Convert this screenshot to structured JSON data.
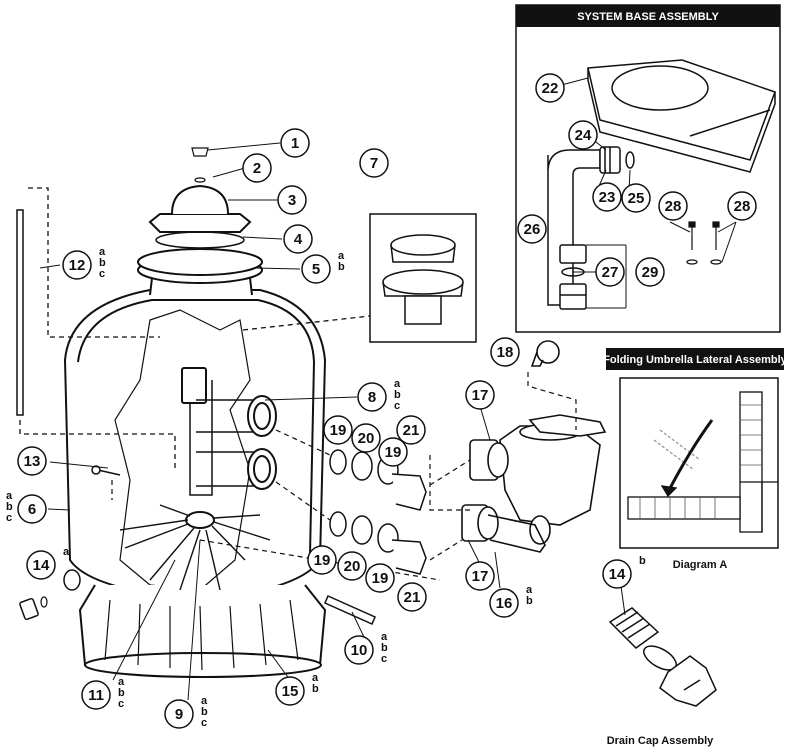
{
  "panels": {
    "system_base_title": "SYSTEM BASE ASSEMBLY",
    "lateral_title": "Folding Umbrella Lateral Assembly",
    "diagram_a_caption": "Diagram A",
    "drain_cap_caption": "Drain Cap Assembly"
  },
  "callouts": [
    {
      "id": "c1",
      "num": "1",
      "suffix": []
    },
    {
      "id": "c2",
      "num": "2",
      "suffix": []
    },
    {
      "id": "c3",
      "num": "3",
      "suffix": []
    },
    {
      "id": "c4",
      "num": "4",
      "suffix": []
    },
    {
      "id": "c5",
      "num": "5",
      "suffix": [
        "a",
        "b"
      ]
    },
    {
      "id": "c6",
      "num": "6",
      "suffix": [
        "a",
        "b",
        "c"
      ]
    },
    {
      "id": "c7",
      "num": "7",
      "suffix": []
    },
    {
      "id": "c8",
      "num": "8",
      "suffix": [
        "a",
        "b",
        "c"
      ]
    },
    {
      "id": "c9",
      "num": "9",
      "suffix": [
        "a",
        "b",
        "c"
      ]
    },
    {
      "id": "c10",
      "num": "10",
      "suffix": [
        "a",
        "b",
        "c"
      ]
    },
    {
      "id": "c11",
      "num": "11",
      "suffix": [
        "a",
        "b",
        "c"
      ]
    },
    {
      "id": "c12",
      "num": "12",
      "suffix": [
        "a",
        "b",
        "c"
      ]
    },
    {
      "id": "c13",
      "num": "13",
      "suffix": []
    },
    {
      "id": "c14a",
      "num": "14",
      "suffix": [
        "a"
      ]
    },
    {
      "id": "c14b",
      "num": "14",
      "suffix": [
        "b"
      ]
    },
    {
      "id": "c15",
      "num": "15",
      "suffix": [
        "a",
        "b"
      ]
    },
    {
      "id": "c16",
      "num": "16",
      "suffix": [
        "a",
        "b"
      ]
    },
    {
      "id": "c17a",
      "num": "17",
      "suffix": []
    },
    {
      "id": "c17b",
      "num": "17",
      "suffix": []
    },
    {
      "id": "c18",
      "num": "18",
      "suffix": []
    },
    {
      "id": "c19a",
      "num": "19",
      "suffix": []
    },
    {
      "id": "c19b",
      "num": "19",
      "suffix": []
    },
    {
      "id": "c19c",
      "num": "19",
      "suffix": []
    },
    {
      "id": "c19d",
      "num": "19",
      "suffix": []
    },
    {
      "id": "c20a",
      "num": "20",
      "suffix": []
    },
    {
      "id": "c20b",
      "num": "20",
      "suffix": []
    },
    {
      "id": "c21a",
      "num": "21",
      "suffix": []
    },
    {
      "id": "c21b",
      "num": "21",
      "suffix": []
    },
    {
      "id": "c22",
      "num": "22",
      "suffix": []
    },
    {
      "id": "c23",
      "num": "23",
      "suffix": []
    },
    {
      "id": "c24",
      "num": "24",
      "suffix": []
    },
    {
      "id": "c25",
      "num": "25",
      "suffix": []
    },
    {
      "id": "c26",
      "num": "26",
      "suffix": []
    },
    {
      "id": "c27",
      "num": "27",
      "suffix": []
    },
    {
      "id": "c28a",
      "num": "28",
      "suffix": []
    },
    {
      "id": "c28b",
      "num": "28",
      "suffix": []
    },
    {
      "id": "c29",
      "num": "29",
      "suffix": []
    }
  ]
}
